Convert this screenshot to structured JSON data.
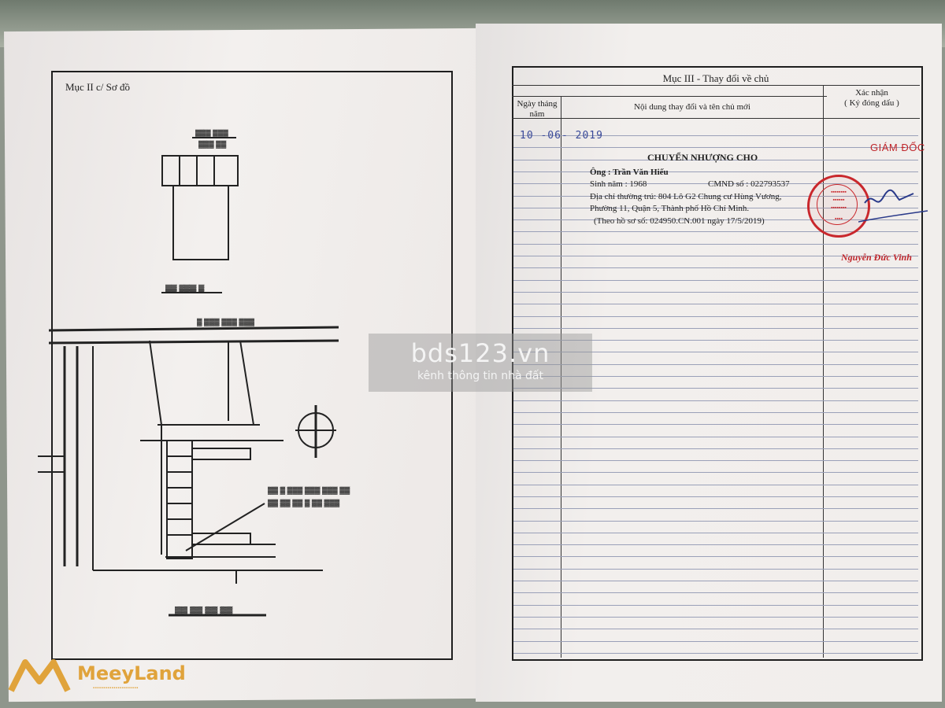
{
  "left_page": {
    "section_title": "Mục II c/ Sơ đồ"
  },
  "right_page": {
    "section_title": "Mục III - Thay đổi về chủ",
    "columns": {
      "date": "Ngày tháng\nnăm",
      "content": "Nội dung thay đổi và tên chủ mới",
      "confirm": "Xác nhận\n( Ký đóng dấu )"
    },
    "entry": {
      "date": "10 -06- 2019",
      "title": "CHUYỂN NHƯỢNG CHO",
      "owner_label": "Ông : Trần Văn Hiếu",
      "birth": "Sinh năm  :  1968",
      "id_number": "CMND số : 022793537",
      "address_line1": "Địa chỉ thường trú: 804 Lô G2 Chung cư Hùng Vương,",
      "address_line2": "Phường 11, Quận 5, Thành phố Hồ Chí Minh.",
      "file_ref": "(Theo hồ sơ số: 024950.CN.001 ngày 17/5/2019)"
    },
    "signature": {
      "role": "GIÁM ĐỐC",
      "name": "Nguyễn Đức Vinh"
    }
  },
  "watermark": {
    "site": "bds123.vn",
    "tagline": "kênh thông tin nhà đất"
  },
  "logo": {
    "name": "MeeyLand"
  },
  "colors": {
    "stamp_red": "#c9272c",
    "date_blue": "#3a4a9a",
    "logo_gold": "#e0a33b"
  }
}
